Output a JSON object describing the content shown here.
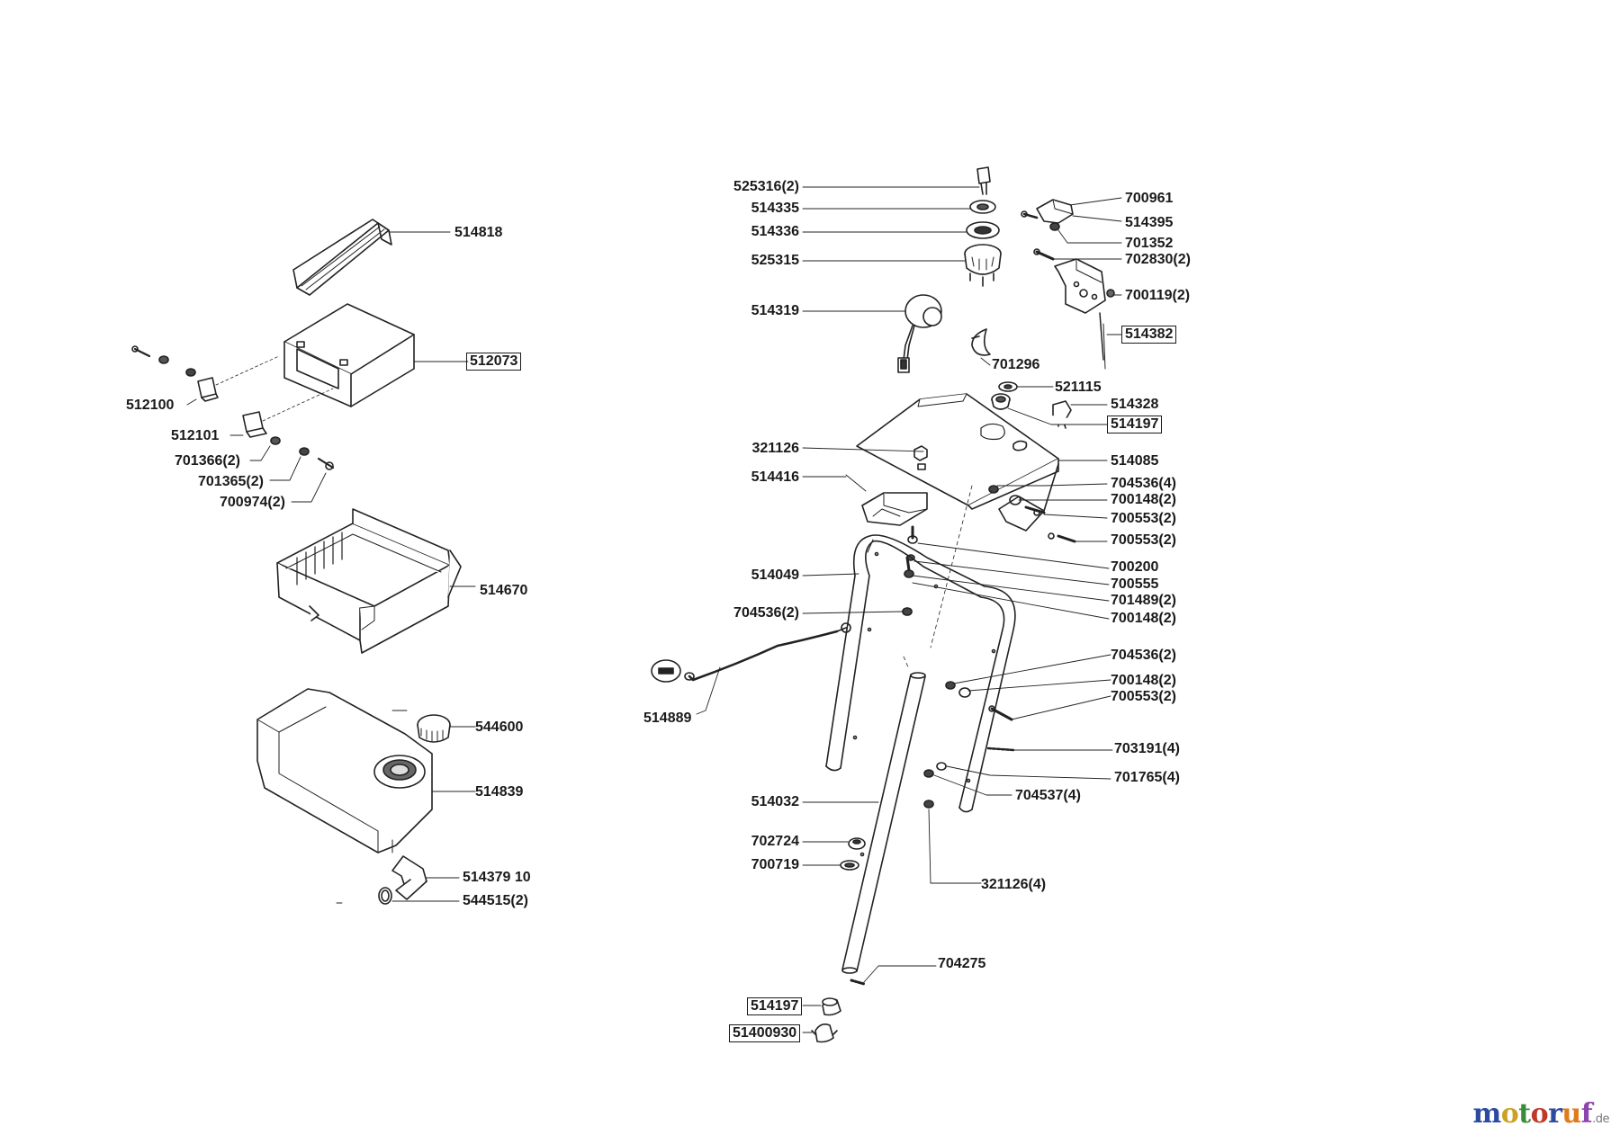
{
  "labels": {
    "l514818": "514818",
    "l512073": "512073",
    "l512100": "512100",
    "l512101": "512101",
    "l701366": "701366(2)",
    "l701365": "701365(2)",
    "l700974": "700974(2)",
    "l514670": "514670",
    "l544600": "544600",
    "l514839": "514839",
    "l514379": "514379 10",
    "l544515": "544515(2)",
    "l525316": "525316(2)",
    "l514335": "514335",
    "l514336": "514336",
    "l525315": "525315",
    "l514319": "514319",
    "l701296": "701296",
    "l700961": "700961",
    "l514395": "514395",
    "l701352": "701352",
    "l702830": "702830(2)",
    "l700119": "700119(2)",
    "l514382": "514382",
    "l521115": "521115",
    "l514328": "514328",
    "l514197a": "514197",
    "l321126": "321126",
    "l514085": "514085",
    "l514416": "514416",
    "l704536_4": "704536(4)",
    "l700148a": "700148(2)",
    "l700553a": "700553(2)",
    "l700553b": "700553(2)",
    "l700200": "700200",
    "l700555": "700555",
    "l701489": "701489(2)",
    "l700148b": "700148(2)",
    "l514049": "514049",
    "l704536a": "704536(2)",
    "l704536b": "704536(2)",
    "l700148c": "700148(2)",
    "l700553c": "700553(2)",
    "l514889": "514889",
    "l703191": "703191(4)",
    "l701765": "701765(4)",
    "l704537": "704537(4)",
    "l514032": "514032",
    "l702724": "702724",
    "l700719": "700719",
    "l321126_4": "321126(4)",
    "l704275": "704275",
    "l514197b": "514197",
    "l51400930": "51400930"
  },
  "watermark": {
    "letters": [
      "m",
      "o",
      "t",
      "o",
      "r",
      "u",
      "f"
    ],
    "colors": [
      "#2b4aa0",
      "#c9a227",
      "#3a8c3a",
      "#c0392b",
      "#2b4aa0",
      "#e07b1a",
      "#8e44ad"
    ],
    "domain": ".de"
  }
}
